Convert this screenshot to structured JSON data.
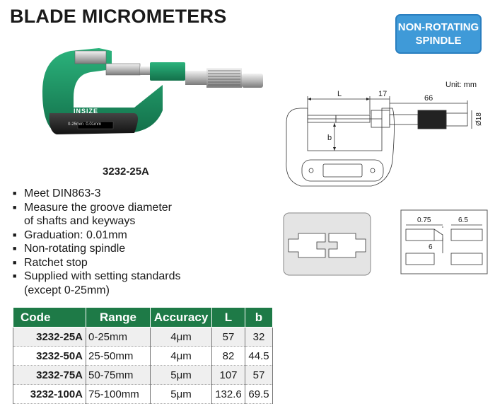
{
  "title": "BLADE MICROMETERS",
  "badge": {
    "line1": "NON-ROTATING",
    "line2": "SPINDLE"
  },
  "product": {
    "model": "3232-25A",
    "logo_text": "INSIZE",
    "engraving": "0-25mm  0.01mm"
  },
  "features": [
    "Meet DIN863-3",
    "Measure the groove diameter",
    "of shafts and keyways",
    "Graduation: 0.01mm",
    "Non-rotating spindle",
    "Ratchet stop",
    "Supplied with setting standards",
    "(except 0-25mm)"
  ],
  "feature_bullets": [
    true,
    true,
    false,
    true,
    true,
    true,
    true,
    false
  ],
  "drawing": {
    "unit": "Unit: mm",
    "dim_L": "L",
    "dim_17": "17",
    "dim_66": "66",
    "dim_b": "b",
    "dim_dia": "Ø18",
    "detail_075": "0.75",
    "detail_65": "6.5",
    "detail_6": "6"
  },
  "table": {
    "headers": [
      "Code",
      "Range",
      "Accuracy",
      "L",
      "b"
    ],
    "rows": [
      [
        "3232-25A",
        "0-25mm",
        "4μm",
        "57",
        "32"
      ],
      [
        "3232-50A",
        "25-50mm",
        "4μm",
        "82",
        "44.5"
      ],
      [
        "3232-75A",
        "50-75mm",
        "5μm",
        "107",
        "57"
      ],
      [
        "3232-100A",
        "75-100mm",
        "5μm",
        "132.6",
        "69.5"
      ]
    ]
  },
  "colors": {
    "header_green": "#1e7a47",
    "badge_blue": "#3f9ad8",
    "frame_green": "#1f9a6a"
  }
}
